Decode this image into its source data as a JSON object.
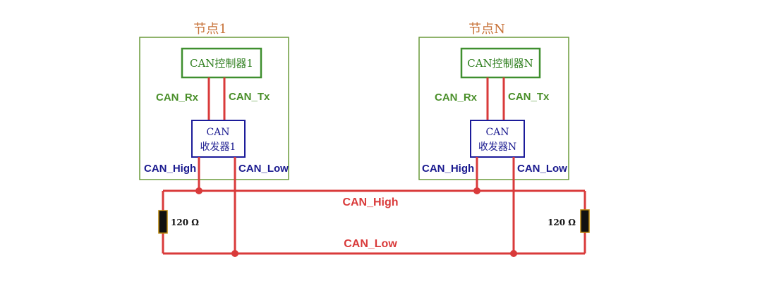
{
  "nodes": [
    {
      "title": "节点1",
      "controller": "CAN控制器1",
      "rx_label": "CAN_Rx",
      "tx_label": "CAN_Tx",
      "transceiver_line1": "CAN",
      "transceiver_line2": "收发器1",
      "high_label": "CAN_High",
      "low_label": "CAN_Low"
    },
    {
      "title": "节点N",
      "controller": "CAN控制器N",
      "rx_label": "CAN_Rx",
      "tx_label": "CAN_Tx",
      "transceiver_line1": "CAN",
      "transceiver_line2": "收发器N",
      "high_label": "CAN_High",
      "low_label": "CAN_Low"
    }
  ],
  "bus": {
    "high_label": "CAN_High",
    "low_label": "CAN_Low"
  },
  "resistors": {
    "left": "120 Ω",
    "right": "120 Ω"
  },
  "colors": {
    "node_border": "#6a9a3a",
    "controller_border": "#3f8f2f",
    "transceiver_border": "#1c1c9a",
    "wire": "#d93a3a",
    "resistor": "#111111"
  }
}
